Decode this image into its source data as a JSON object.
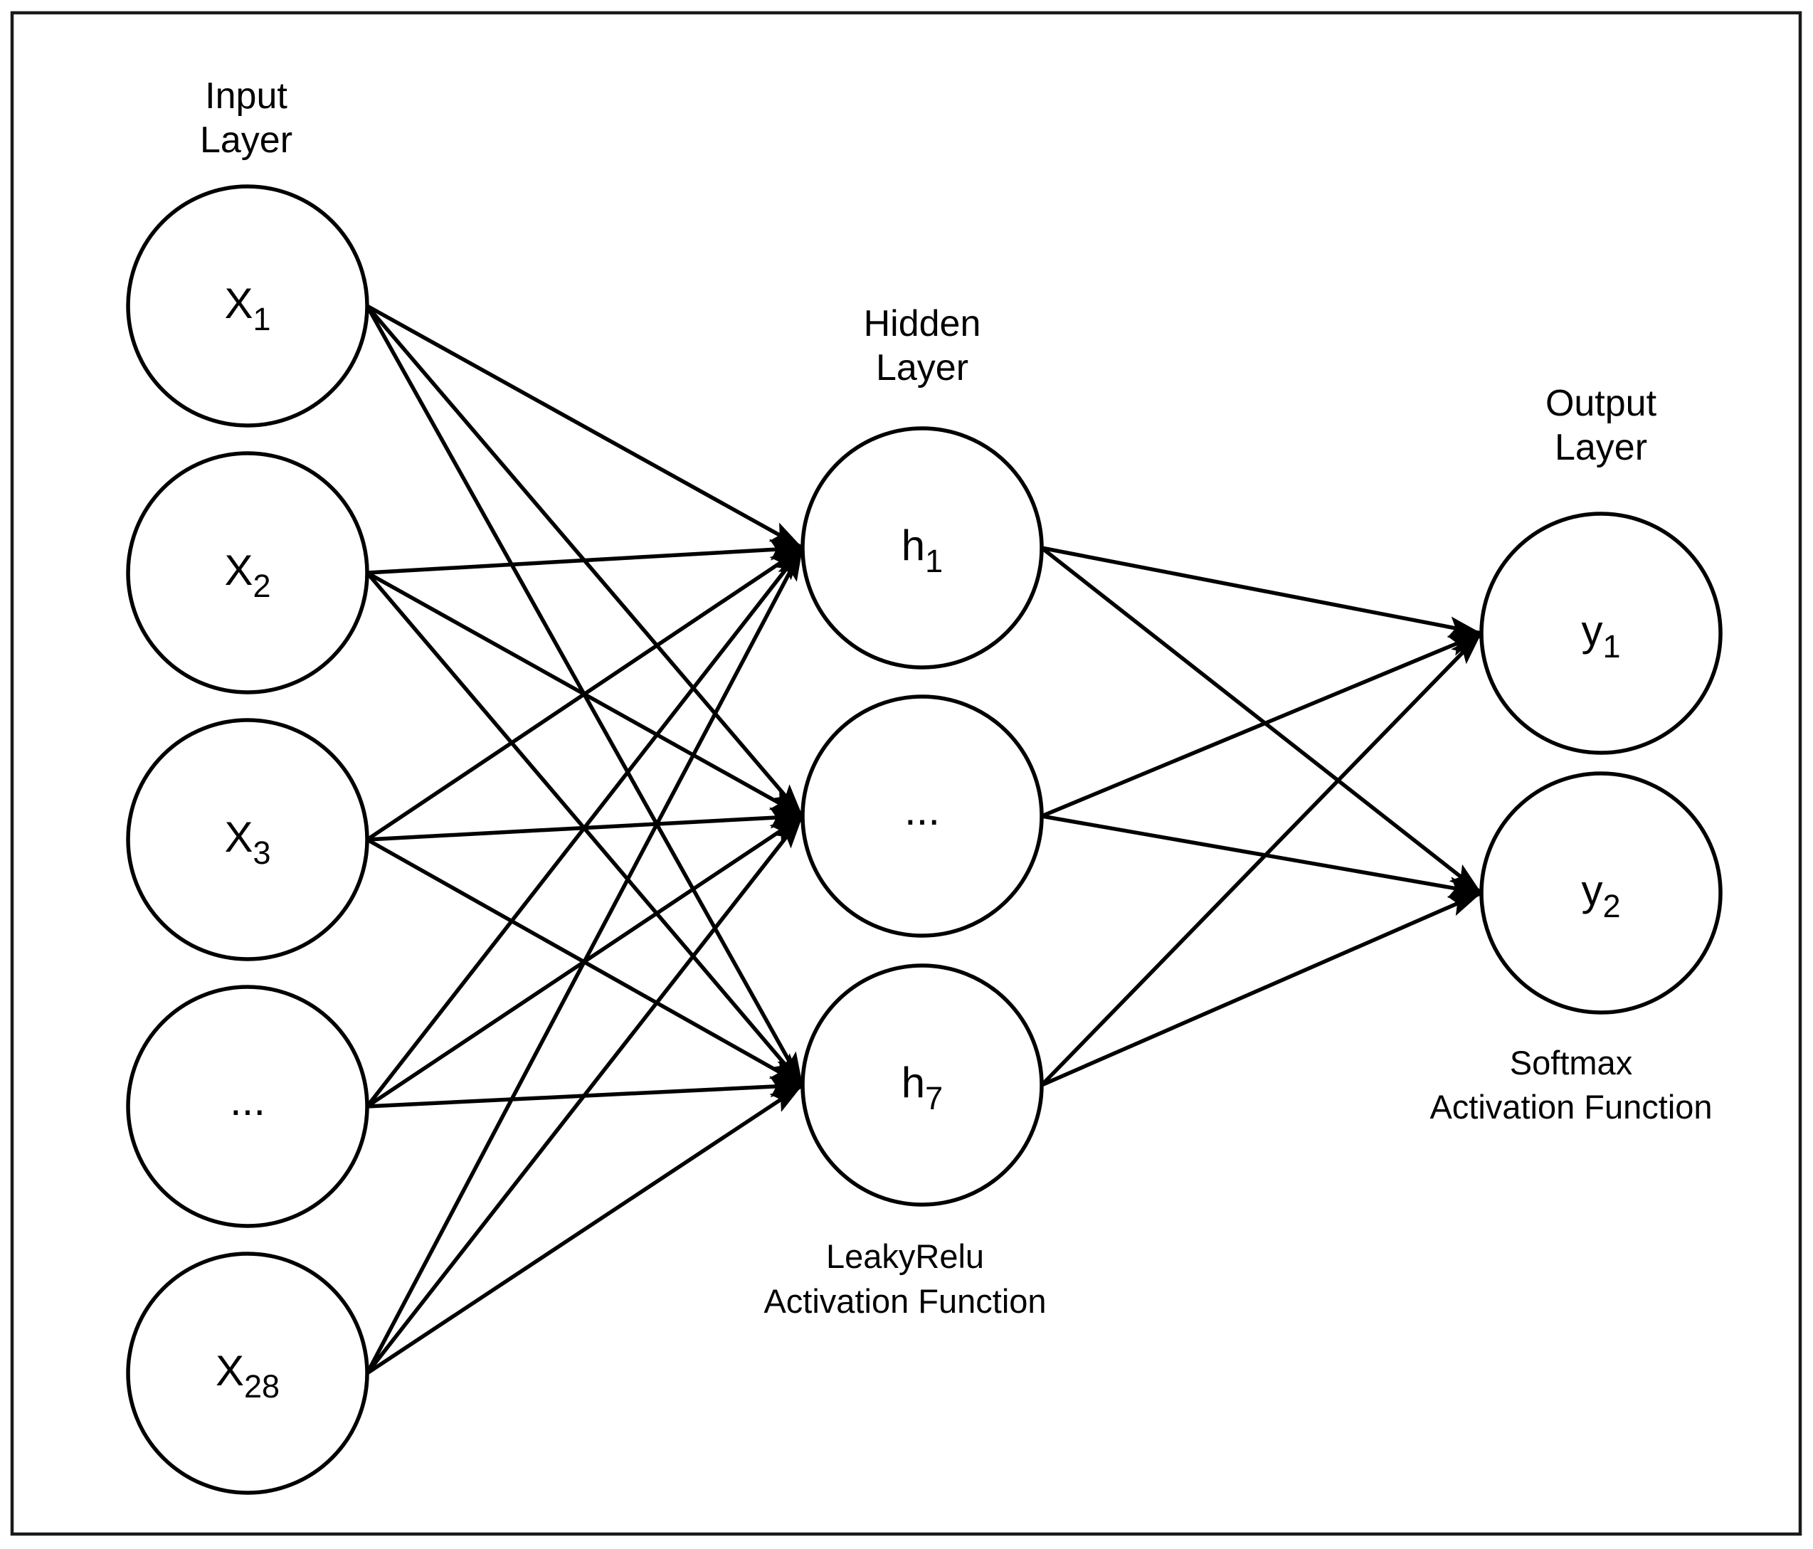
{
  "colors": {
    "background": "#ffffff",
    "stroke": "#000000",
    "text": "#000000"
  },
  "layers": [
    {
      "id": "input",
      "title_lines": [
        "Input",
        "Layer"
      ],
      "nodes": [
        {
          "base": "X",
          "sub": "1"
        },
        {
          "base": "X",
          "sub": "2"
        },
        {
          "base": "X",
          "sub": "3"
        },
        {
          "base": "...",
          "sub": ""
        },
        {
          "base": "X",
          "sub": "28"
        }
      ]
    },
    {
      "id": "hidden",
      "title_lines": [
        "Hidden",
        "Layer"
      ],
      "caption_lines": [
        "LeakyRelu",
        "Activation Function"
      ],
      "nodes": [
        {
          "base": "h",
          "sub": "1"
        },
        {
          "base": "...",
          "sub": ""
        },
        {
          "base": "h",
          "sub": "7"
        }
      ]
    },
    {
      "id": "output",
      "title_lines": [
        "Output",
        "Layer"
      ],
      "caption_lines": [
        "Softmax",
        "Activation Function"
      ],
      "nodes": [
        {
          "base": "y",
          "sub": "1"
        },
        {
          "base": "y",
          "sub": "2"
        }
      ]
    }
  ]
}
